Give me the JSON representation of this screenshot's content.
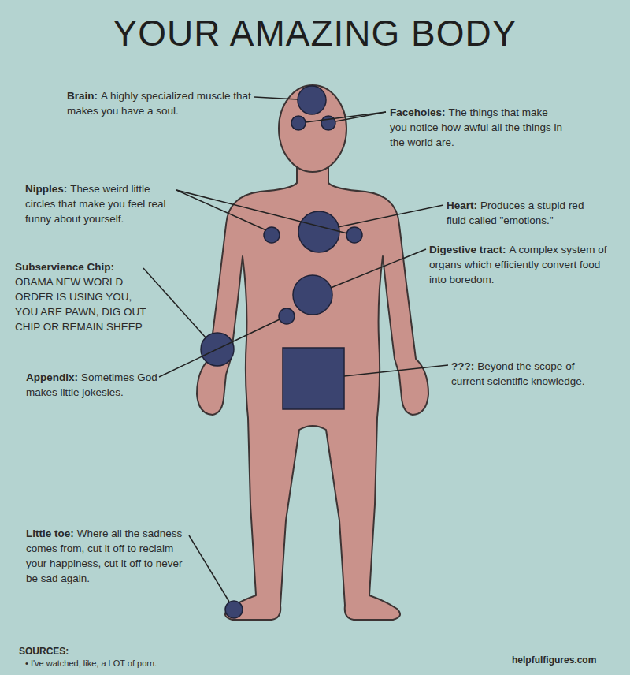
{
  "diagram": {
    "title": "YOUR AMAZING BODY",
    "labels": [
      "Brain:",
      "A highly specialized muscle that makes you have a soul.",
      "Faceholes:",
      "The things that make you notice how awful all the things in the world are.",
      "Nipples:",
      "These weird little circles that make you feel real funny about yourself.",
      "Heart:",
      "Produces a stupid red fluid called \"emotions.\"",
      "Subservience Chip:",
      "OBAMA NEW WORLD ORDER IS USING YOU, YOU ARE PAWN, DIG OUT CHIP OR REMAIN SHEEP",
      "Digestive tract:",
      "A complex system of organs which efficiently convert food into boredom.",
      "Appendix:",
      "Sometimes God makes little jokesies.",
      "???:",
      "Beyond the scope of current scientific knowledge.",
      "Little toe:",
      "Where all the sadness comes from, cut it off to reclaim your happiness, cut it off to never be sad again.",
      "SOURCES:",
      "• I've watched, like, a LOT of porn.",
      "helpfulfigures.com"
    ]
  }
}
